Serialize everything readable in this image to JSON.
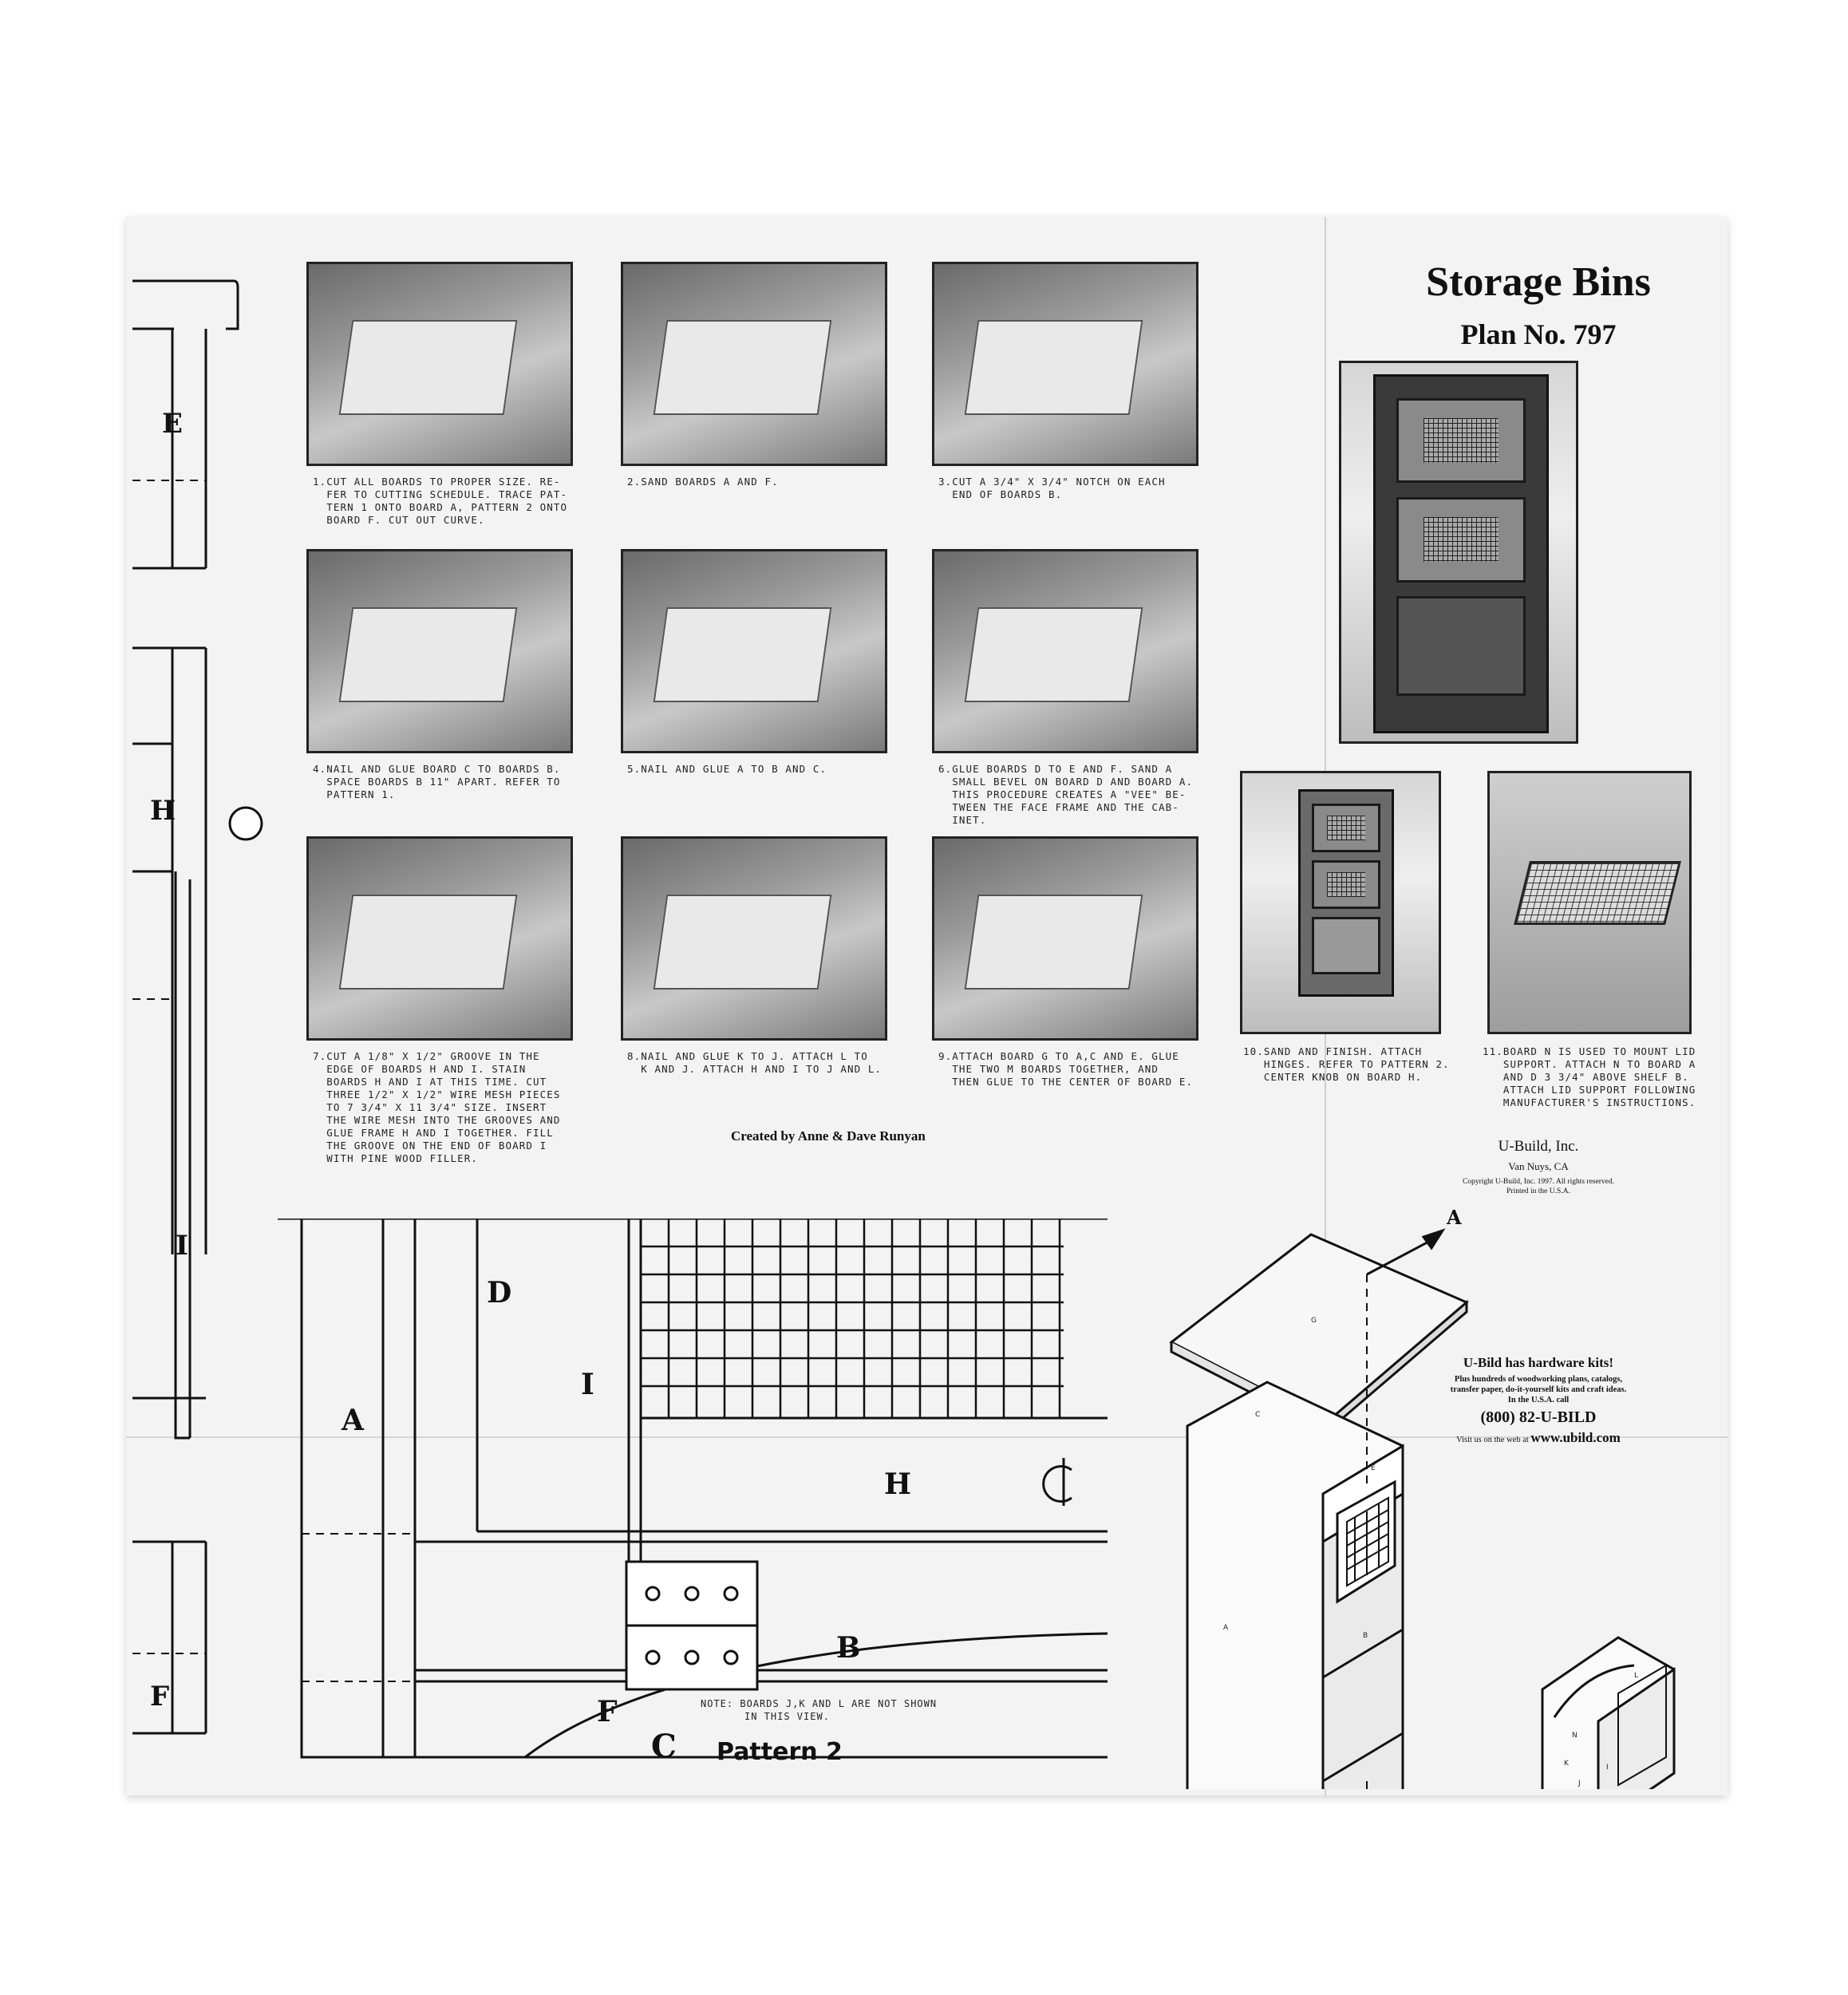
{
  "header": {
    "title": "Storage Bins",
    "plan_number": "Plan No. 797"
  },
  "left_strip_labels": [
    "E",
    "H",
    "I",
    "F"
  ],
  "steps": [
    {
      "caption": "1.CUT ALL BOARDS TO PROPER SIZE. RE-\n  FER TO CUTTING SCHEDULE. TRACE PAT-\n  TERN 1 ONTO BOARD A, PATTERN 2 ONTO\n  BOARD F. CUT OUT CURVE."
    },
    {
      "caption": "2.SAND BOARDS A AND F."
    },
    {
      "caption": "3.CUT A 3/4\" X 3/4\" NOTCH ON EACH\n  END OF BOARDS B."
    },
    {
      "caption": "4.NAIL AND GLUE BOARD C TO BOARDS B.\n  SPACE BOARDS B 11\" APART. REFER TO\n  PATTERN 1."
    },
    {
      "caption": "5.NAIL AND GLUE A TO B AND C."
    },
    {
      "caption": "6.GLUE BOARDS D TO E AND F. SAND A\n  SMALL BEVEL ON BOARD D AND BOARD A.\n  THIS PROCEDURE CREATES A \"VEE\" BE-\n  TWEEN THE FACE FRAME AND THE CAB-\n  INET."
    },
    {
      "caption": "7.CUT A 1/8\" X 1/2\" GROOVE IN THE\n  EDGE OF BOARDS H AND I. STAIN\n  BOARDS H AND I AT THIS TIME. CUT\n  THREE 1/2\" X 1/2\" WIRE MESH PIECES\n  TO 7 3/4\" X 11 3/4\" SIZE. INSERT\n  THE WIRE MESH INTO THE GROOVES AND\n  GLUE FRAME H AND I TOGETHER. FILL\n  THE GROOVE ON THE END OF BOARD I\n  WITH PINE WOOD FILLER."
    },
    {
      "caption": "8.NAIL AND GLUE K TO J. ATTACH L TO\n  K AND J. ATTACH H AND I TO J AND L."
    },
    {
      "caption": "9.ATTACH BOARD G TO A,C AND E. GLUE\n  THE TWO M BOARDS TOGETHER, AND\n  THEN GLUE TO THE CENTER OF BOARD E."
    },
    {
      "caption": "10.SAND AND FINISH. ATTACH\n   HINGES. REFER TO PATTERN 2.\n   CENTER KNOB ON BOARD H."
    },
    {
      "caption": "11.BOARD N IS USED TO MOUNT LID\n   SUPPORT. ATTACH N TO BOARD A\n   AND D 3 3/4\" ABOVE SHELF B.\n   ATTACH LID SUPPORT FOLLOWING\n   MANUFACTURER'S INSTRUCTIONS."
    }
  ],
  "credits": {
    "created_by": "Created by Anne & Dave Runyan",
    "company": "U-Build, Inc.",
    "city": "Van Nuys, CA",
    "copyright_line1": "Copyright U-Build, Inc. 1997. All rights reserved.",
    "copyright_line2": "Printed in the U.S.A."
  },
  "ad": {
    "headline": "U-Bild has hardware kits!",
    "body_line1": "Plus hundreds of woodworking plans, catalogs,",
    "body_line2": "transfer paper, do-it-yourself kits and craft ideas.",
    "body_line3": "In the U.S.A. call",
    "phone": "(800) 82-U-BILD",
    "web_prefix": "Visit us on the web at",
    "url": "www.ubild.com"
  },
  "pattern2": {
    "title": "Pattern 2",
    "labels": [
      "D",
      "I",
      "A",
      "H",
      "B",
      "F",
      "C"
    ],
    "note_line1": "NOTE: BOARDS J,K AND L ARE NOT SHOWN",
    "note_line2": "IN THIS VIEW."
  },
  "exploded_view": {
    "section_label": "A",
    "part_letters": [
      "G",
      "C",
      "E",
      "A",
      "B",
      "N",
      "K",
      "J",
      "L",
      "I"
    ]
  }
}
